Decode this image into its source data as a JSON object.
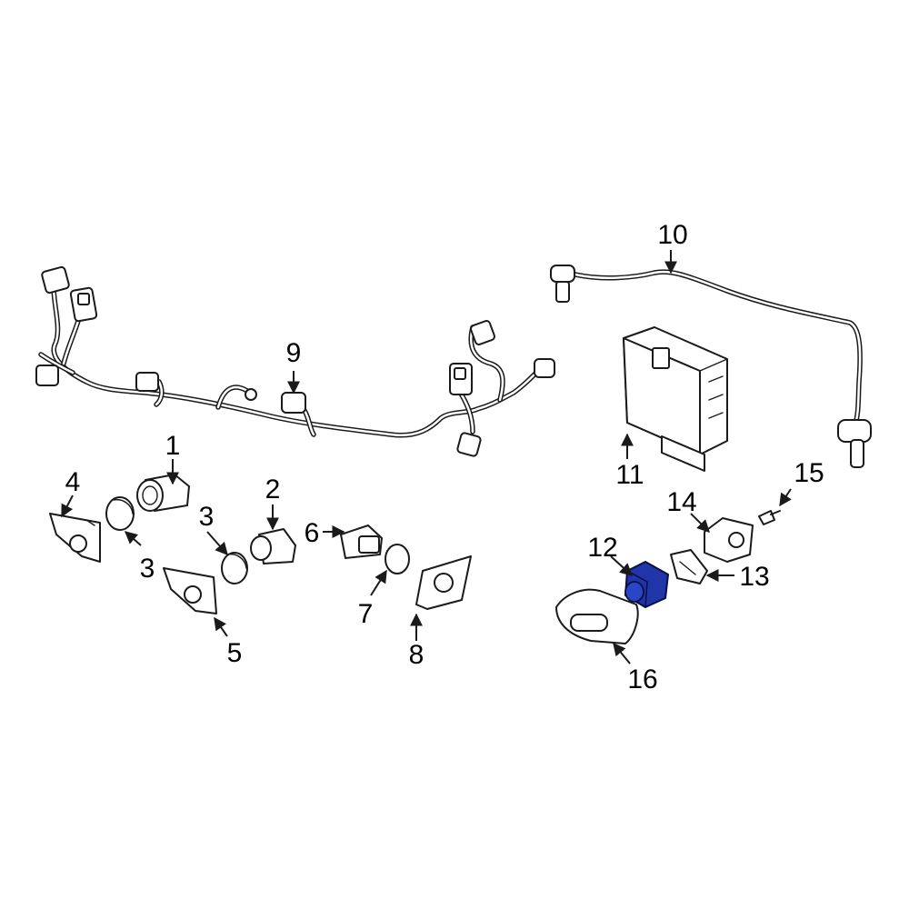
{
  "highlight_color": "#1f35a8",
  "callouts": {
    "c1": "1",
    "c2": "2",
    "c3a": "3",
    "c3b": "3",
    "c4": "4",
    "c5": "5",
    "c6": "6",
    "c7": "7",
    "c8": "8",
    "c9": "9",
    "c10": "10",
    "c11": "11",
    "c12": "12",
    "c13": "13",
    "c14": "14",
    "c15": "15",
    "c16": "16"
  },
  "highlighted_part": "12"
}
